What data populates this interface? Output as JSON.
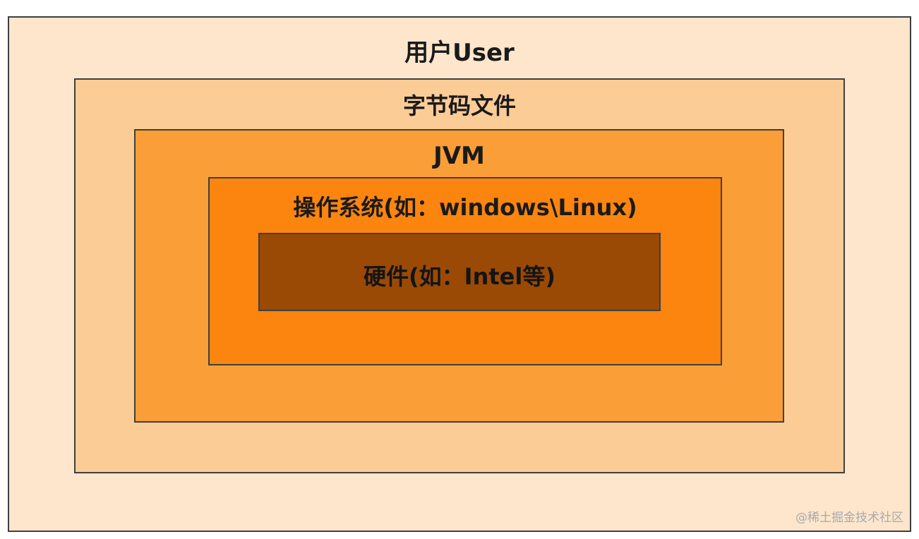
{
  "layers": {
    "user": {
      "label": "用户User",
      "color": "#fde6cc"
    },
    "bytecode": {
      "label": "字节码文件",
      "color": "#fbcc96"
    },
    "jvm": {
      "label": "JVM",
      "color": "#fa9e37"
    },
    "os": {
      "label": "操作系统(如：windows\\Linux)",
      "color": "#fb850e"
    },
    "hardware": {
      "label": "硬件(如：Intel等)",
      "color": "#9a4a05"
    }
  },
  "watermark": "@稀土掘金技术社区"
}
